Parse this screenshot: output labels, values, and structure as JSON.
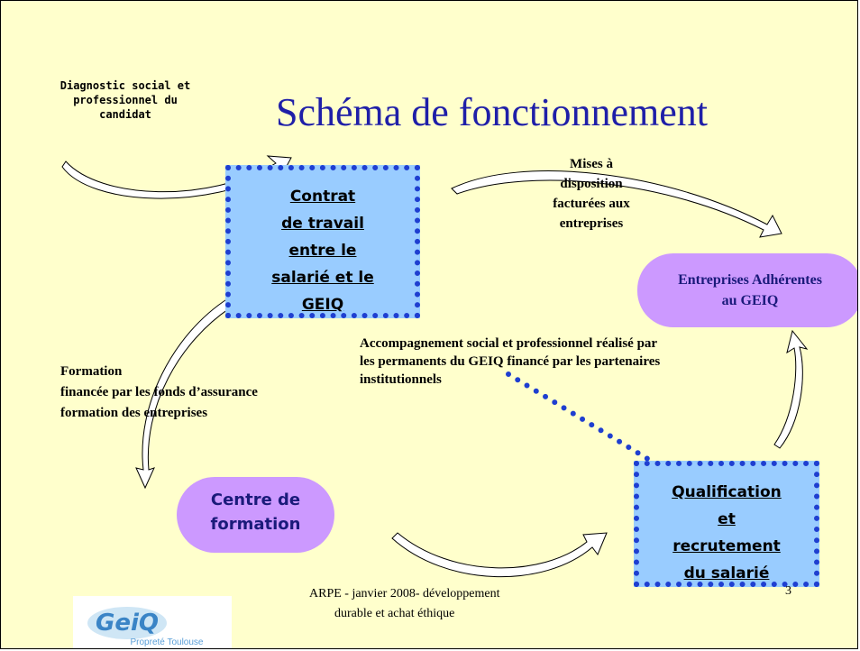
{
  "title": "Schéma de fonctionnement",
  "diagnostic": {
    "lines": [
      "Diagnostic social et",
      "professionnel du",
      "candidat"
    ]
  },
  "contrat": {
    "lines": [
      "Contrat",
      "de travail",
      "entre le",
      "salarié et le",
      "GEIQ"
    ]
  },
  "mises": {
    "lines": [
      "Mises à",
      "disposition",
      "facturées aux",
      "entreprises"
    ]
  },
  "entreprises": {
    "lines": [
      "Entreprises Adhérentes",
      "au GEIQ"
    ]
  },
  "accompagnement": {
    "lines": [
      "Accompagnement social et professionnel réalisé par",
      "les permanents du GEIQ financé par les partenaires",
      "institutionnels"
    ]
  },
  "formation": {
    "lines": [
      "Formation",
      "financée par les fonds d’assurance",
      "formation des entreprises"
    ]
  },
  "centre": {
    "lines": [
      "Centre de",
      "formation"
    ]
  },
  "qualification": {
    "lines": [
      "Qualification",
      "et",
      "recrutement",
      "du salarié"
    ]
  },
  "footer": {
    "line1": "ARPE - janvier 2008- développement",
    "line2": "durable et achat éthique",
    "page_number": "3"
  },
  "logo": {
    "text": "GeiQ",
    "subtitle": "Propreté Toulouse"
  },
  "colors": {
    "title": "#1f1fa8",
    "box_fill": "#99ccff",
    "box_border": "#1f3fd0",
    "pill_fill": "#cc99ff",
    "background": "#ffffcc"
  }
}
